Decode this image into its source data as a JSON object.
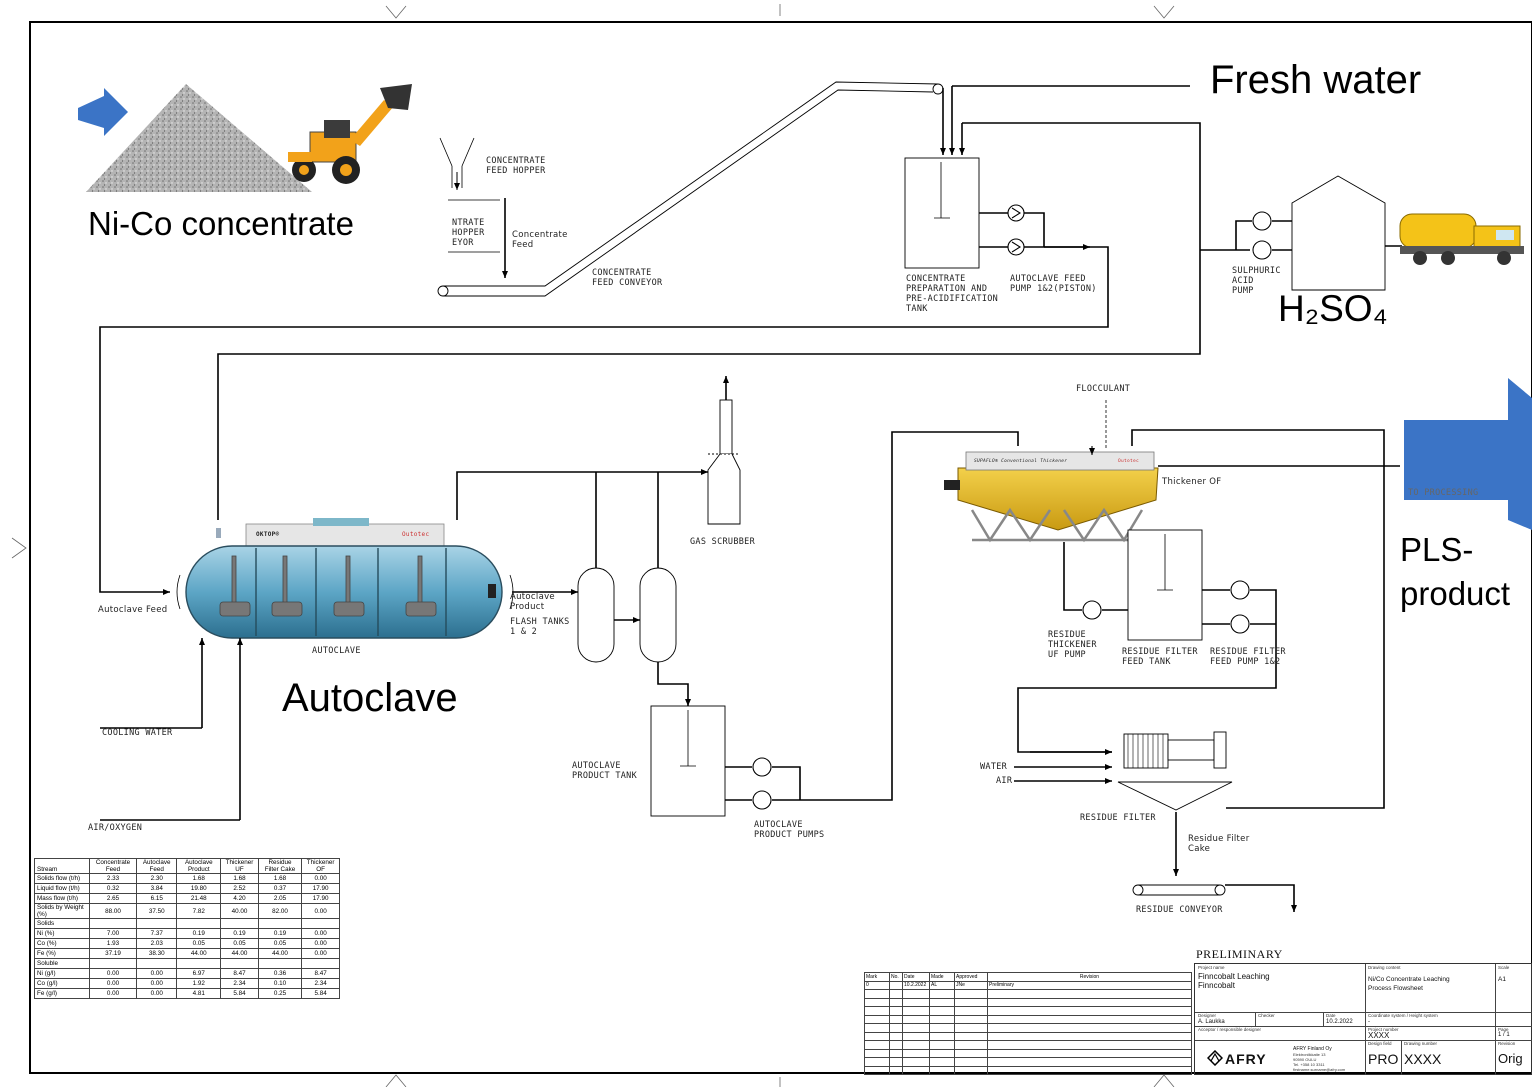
{
  "labels": {
    "fresh_water": "Fresh water",
    "ni_co_concentrate": "Ni-Co concentrate",
    "h2so4": "H₂SO₄",
    "autoclave_big": "Autoclave",
    "pls_product": "PLS-\nproduct",
    "concentrate_feed_hopper": "CONCENTRATE\nFEED HOPPER",
    "hopper_conveyor": "NTRATE\nHOPPER\nEYOR",
    "concentrate_feed": "Concentrate\nFeed",
    "concentrate_feed_conveyor": "CONCENTRATE\nFEED CONVEYOR",
    "prep_tank": "CONCENTRATE\nPREPARATION AND\nPRE-ACIDIFICATION\nTANK",
    "autoclave_feed_pump": "AUTOCLAVE FEED\nPUMP 1&2(PISTON)",
    "sulphuric_acid_pump": "SULPHURIC\nACID\nPUMP",
    "flocculant": "FLOCCULANT",
    "thickener_of": "Thickener OF",
    "to_processing": "TO PROCESSING",
    "gas_scrubber": "GAS SCRUBBER",
    "autoclave_feed": "Autoclave Feed",
    "autoclave_label": "AUTOCLAVE",
    "autoclave_product": "Autoclave\nProduct",
    "flash_tanks": "FLASH TANKS\n1 & 2",
    "cooling_water": "COOLING WATER",
    "air_oxygen": "AIR/OXYGEN",
    "autoclave_product_tank": "AUTOCLAVE\nPRODUCT TANK",
    "autoclave_product_pumps": "AUTOCLAVE\nPRODUCT PUMPS",
    "residue_thickener_uf_pump": "RESIDUE\nTHICKENER\nUF PUMP",
    "residue_filter_feed_tank": "RESIDUE FILTER\nFEED TANK",
    "residue_filter_feed_pump": "RESIDUE FILTER\nFEED PUMP 1&2",
    "water": "WATER",
    "air": "AIR",
    "residue_filter": "RESIDUE FILTER",
    "residue_filter_cake": "Residue Filter\nCake",
    "residue_conveyor": "RESIDUE CONVEYOR",
    "autoclave_plate_brand": "OKTOP®",
    "autoclave_plate_company": "Outotec",
    "thickener_plate_brand": "SUPAFLO® Conventional Thickener",
    "thickener_plate_company": "Outotec"
  },
  "mass_balance": {
    "headers": [
      "Stream",
      "Concentrate Feed",
      "Autoclave Feed",
      "Autoclave Product",
      "Thickener UF",
      "Residue Filter Cake",
      "Thickener OF"
    ],
    "rows": [
      [
        "Solids flow (t/h)",
        "2.33",
        "2.30",
        "1.68",
        "1.68",
        "1.68",
        "0.00"
      ],
      [
        "Liquid flow (t/h)",
        "0.32",
        "3.84",
        "19.80",
        "2.52",
        "0.37",
        "17.90"
      ],
      [
        "Mass flow (t/h)",
        "2.65",
        "6.15",
        "21.48",
        "4.20",
        "2.05",
        "17.90"
      ],
      [
        "Solids by Weight (%)",
        "88.00",
        "37.50",
        "7.82",
        "40.00",
        "82.00",
        "0.00"
      ],
      [
        "Solids",
        "",
        "",
        "",
        "",
        "",
        ""
      ],
      [
        "Ni (%)",
        "7.00",
        "7.37",
        "0.19",
        "0.19",
        "0.19",
        "0.00"
      ],
      [
        "Co (%)",
        "1.93",
        "2.03",
        "0.05",
        "0.05",
        "0.05",
        "0.00"
      ],
      [
        "Fe (%)",
        "37.19",
        "38.30",
        "44.00",
        "44.00",
        "44.00",
        "0.00"
      ],
      [
        "Soluble",
        "",
        "",
        "",
        "",
        "",
        ""
      ],
      [
        "Ni (g/l)",
        "0.00",
        "0.00",
        "6.97",
        "8.47",
        "0.36",
        "8.47"
      ],
      [
        "Co (g/l)",
        "0.00",
        "0.00",
        "1.92",
        "2.34",
        "0.10",
        "2.34"
      ],
      [
        "Fe (g/l)",
        "0.00",
        "0.00",
        "4.81",
        "5.84",
        "0.25",
        "5.84"
      ]
    ]
  },
  "revision_block": {
    "headers": [
      "Mark",
      "No.",
      "Date",
      "Made",
      "Approved",
      "Revision"
    ],
    "row": [
      "0",
      "",
      "10.2.2022",
      "AL",
      "JNe",
      "Preliminary"
    ]
  },
  "title_block": {
    "stamp": "PRELIMINARY",
    "project_name_label": "Project name",
    "project_name": "Finncobalt Leaching\nFinncobalt",
    "drawing_content_label": "Drawing content",
    "drawing_content": "Ni/Co Concentrate Leaching\nProcess Flowsheet",
    "scale_label": "Scale",
    "scale": "A1",
    "designer_label": "Designer",
    "designer": "A. Laukka",
    "checker_label": "Checker",
    "date_label": "Date",
    "date": "10.2.2022",
    "coordinate_label": "Coordinate system / Height system",
    "coordinate": "-",
    "acceptor_label": "Acceptor / responsible designer",
    "project_number_label": "Project number",
    "project_number": "XXXX",
    "page_label": "Page",
    "page": "1 / 1",
    "company": "AFRY Finland Oy",
    "address": "Elektroniikkatie 13\n90590 OULU\nTel. +358 10 3311\nfirstname.surname@afry.com",
    "logo": "AFRY",
    "design_field_label": "Design field",
    "design_field": "PRO",
    "drawing_number_label": "Drawing number",
    "drawing_number": "XXXX",
    "revision_label": "Revision",
    "revision": "Orig"
  }
}
